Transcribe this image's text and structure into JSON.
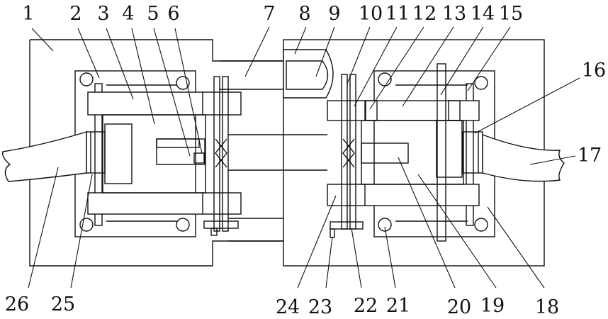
{
  "labels_top": [
    "1",
    "2",
    "3",
    "4",
    "5",
    "6",
    "7",
    "8",
    "9",
    "10",
    "11",
    "12",
    "13",
    "14",
    "15",
    "16",
    "17"
  ],
  "labels_bottom": [
    "26",
    "25",
    "24",
    "23",
    "22",
    "21",
    "20",
    "19",
    "18"
  ]
}
